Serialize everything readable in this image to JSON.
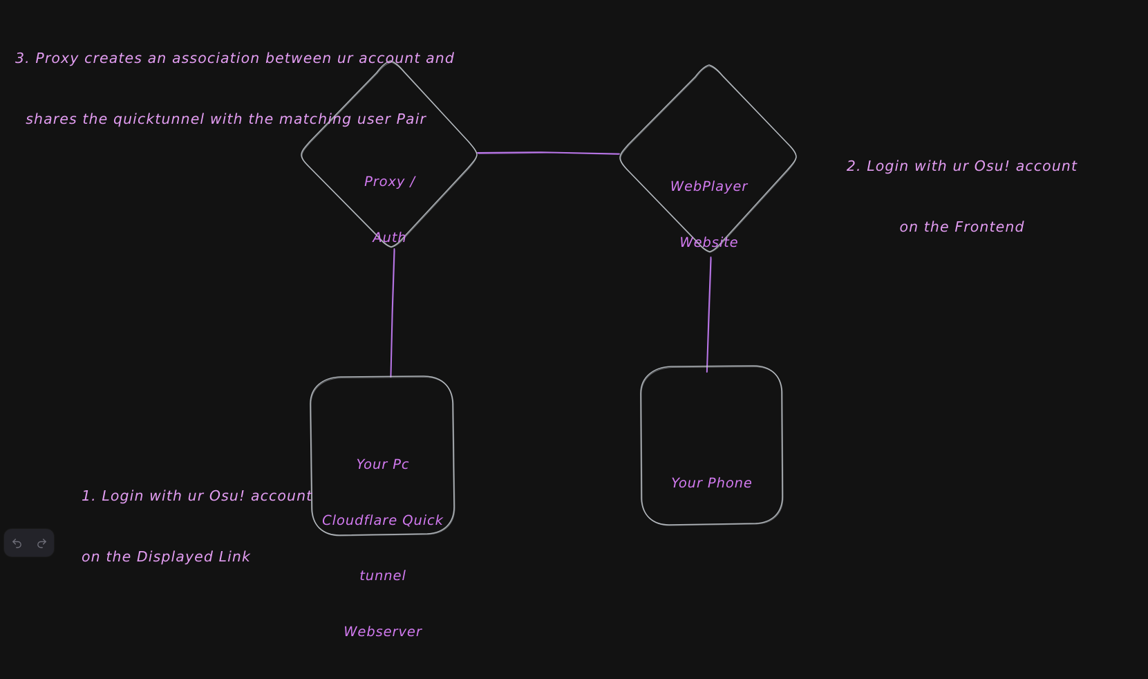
{
  "app": {
    "name": "excalidraw-canvas",
    "background_color": "#121212",
    "stroke_color": "#ced4da",
    "connector_color": "#bf7af0",
    "node_text_color": "#d27af0",
    "annotation_text_color": "#e39df2"
  },
  "annotations": [
    {
      "id": "note-3",
      "align": "left",
      "lines": [
        "3. Proxy creates an association between ur account and",
        "  shares the quicktunnel with the matching user Pair"
      ]
    },
    {
      "id": "note-2",
      "align": "center",
      "lines": [
        "2. Login with ur Osu! account",
        "on the Frontend"
      ]
    },
    {
      "id": "note-1",
      "align": "left",
      "lines": [
        "1. Login with ur Osu! account",
        "on the Displayed Link"
      ]
    }
  ],
  "nodes": [
    {
      "id": "proxy-auth",
      "shape": "diamond",
      "lines": [
        "Proxy /",
        "Auth"
      ]
    },
    {
      "id": "webplayer-website",
      "shape": "diamond",
      "lines": [
        "WebPlayer",
        "Website"
      ]
    },
    {
      "id": "your-pc",
      "shape": "rounded-rect",
      "lines": [
        "Your Pc",
        "Cloudflare Quick",
        "tunnel",
        "Webserver"
      ]
    },
    {
      "id": "your-phone",
      "shape": "rounded-rect",
      "lines": [
        "Your Phone"
      ]
    }
  ],
  "connectors": [
    {
      "id": "proxy-to-webplayer",
      "from": "proxy-auth",
      "to": "webplayer-website"
    },
    {
      "id": "proxy-to-your-pc",
      "from": "proxy-auth",
      "to": "your-pc"
    },
    {
      "id": "webplayer-to-your-phone",
      "from": "webplayer-website",
      "to": "your-phone"
    }
  ],
  "toolbar": {
    "undo_label": "Undo",
    "redo_label": "Redo",
    "undo_icon": "undo-arrow-icon",
    "redo_icon": "redo-arrow-icon"
  }
}
